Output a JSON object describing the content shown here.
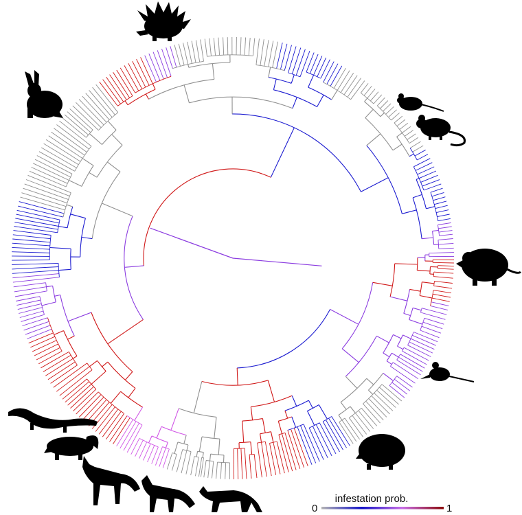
{
  "legend": {
    "title": "infestation prob.",
    "min_label": "0",
    "max_label": "1",
    "color_stops": [
      "#b4b4b4",
      "#1414c8",
      "#c86ee6",
      "#8c0a0a"
    ]
  },
  "tree": {
    "type": "circular-phylogeny",
    "color_scale": {
      "gray": "#8f8f8f",
      "blue": "#1b1bd0",
      "purple": "#8b3ce0",
      "magenta": "#d055e6",
      "red": "#d01818"
    }
  },
  "silhouettes": [
    {
      "name": "porcupine"
    },
    {
      "name": "hare"
    },
    {
      "name": "mouse"
    },
    {
      "name": "rat"
    },
    {
      "name": "opossum"
    },
    {
      "name": "shrew"
    },
    {
      "name": "hedgehog"
    },
    {
      "name": "weasel"
    },
    {
      "name": "skunk"
    },
    {
      "name": "jackal"
    },
    {
      "name": "fox"
    },
    {
      "name": "cat"
    }
  ]
}
